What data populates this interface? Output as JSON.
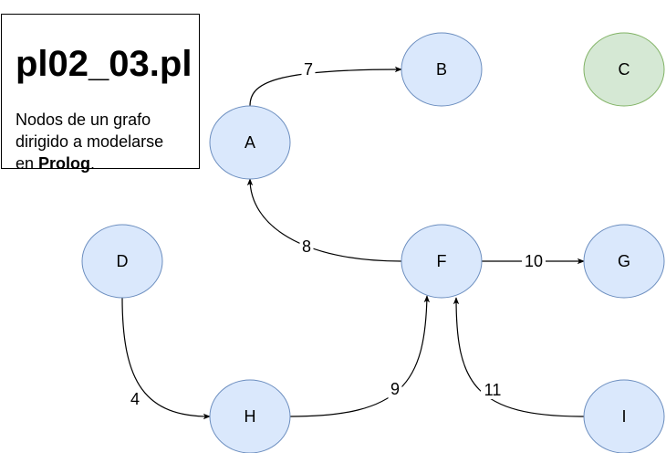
{
  "title": "pl02_03.pl",
  "description": {
    "line1": "Nodos de un grafo",
    "line2": "dirigido a modelarse",
    "line3_prefix": "en ",
    "line3_bold": "Prolog",
    "line3_suffix": "."
  },
  "colors": {
    "node_fill": "#dae8fc",
    "node_stroke": "#6c8ebf",
    "highlight_fill": "#d5e8d4",
    "highlight_stroke": "#82b366",
    "edge": "#000000"
  },
  "nodes": [
    {
      "id": "A",
      "label": "A",
      "style": "default"
    },
    {
      "id": "B",
      "label": "B",
      "style": "default"
    },
    {
      "id": "C",
      "label": "C",
      "style": "highlight"
    },
    {
      "id": "D",
      "label": "D",
      "style": "default"
    },
    {
      "id": "F",
      "label": "F",
      "style": "default"
    },
    {
      "id": "G",
      "label": "G",
      "style": "default"
    },
    {
      "id": "H",
      "label": "H",
      "style": "default"
    },
    {
      "id": "I",
      "label": "I",
      "style": "default"
    }
  ],
  "edges": [
    {
      "from": "A",
      "to": "B",
      "weight": "7"
    },
    {
      "from": "F",
      "to": "A",
      "weight": "8"
    },
    {
      "from": "F",
      "to": "G",
      "weight": "10"
    },
    {
      "from": "D",
      "to": "H",
      "weight": "4"
    },
    {
      "from": "H",
      "to": "F",
      "weight": "9"
    },
    {
      "from": "I",
      "to": "F",
      "weight": "11"
    }
  ]
}
